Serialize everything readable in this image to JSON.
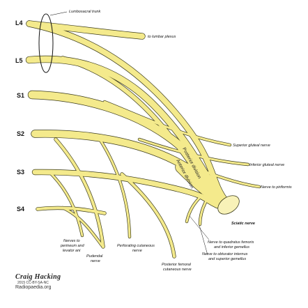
{
  "roots": {
    "l4": "L4",
    "l5": "L5",
    "s1": "S1",
    "s2": "S2",
    "s3": "S3",
    "s4": "S4"
  },
  "labels": {
    "lumbosacral_trunk": "Lumbosacral trunk",
    "to_lumbar_plexus": "to lumbar plexus",
    "superior_gluteal": "Superior gluteal nerve",
    "inferior_gluteal": "Inferior gluteal nerve",
    "nerve_to_piriformis": "Nerve to piriformis",
    "sciatic": "Sciatic nerve",
    "posterior_division": "Posterior division",
    "anterior_division": "Anterior division",
    "quadratus_1": "Nerve to quadratus femoris",
    "quadratus_2": "and inferior gemellus",
    "obturator_1": "Nerve to obturator internus",
    "obturator_2": "and superior gemellus",
    "perineum_1": "Nerves to",
    "perineum_2": "perineum and",
    "perineum_3": "levator ani",
    "pudendal_1": "Pudendal",
    "pudendal_2": "nerve",
    "perforating_1": "Perforating cutaneous",
    "perforating_2": "nerve",
    "post_fem_1": "Posterior femoral",
    "post_fem_2": "cutaneous nerve"
  },
  "credit": {
    "author": "Craig Hacking",
    "license": "2015 CC-BY-SA-NC",
    "site": "Radiopaedia.org"
  },
  "colors": {
    "nerve": "#f4ea8c",
    "outline": "#3a3a1a"
  }
}
